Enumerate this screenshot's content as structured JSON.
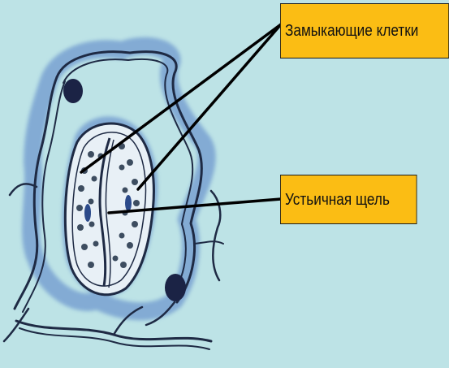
{
  "labels": {
    "guard_cells": "Замыкающие клетки",
    "stomatal_pore": "Устьичная щель"
  },
  "colors": {
    "background": "#bde3e6",
    "label_fill": "#fbbd14",
    "cell_wall": "#1e2a44",
    "cytoplasm_blue": "#6f99cf",
    "cell_interior": "#e8f0f6",
    "chloroplast": "#3d4d60",
    "nucleus": "#1b2345",
    "pointer_line": "#000000"
  },
  "icons": {
    "guard_cell_chloroplast": "dot",
    "epidermal_nucleus": "dark-oval"
  }
}
